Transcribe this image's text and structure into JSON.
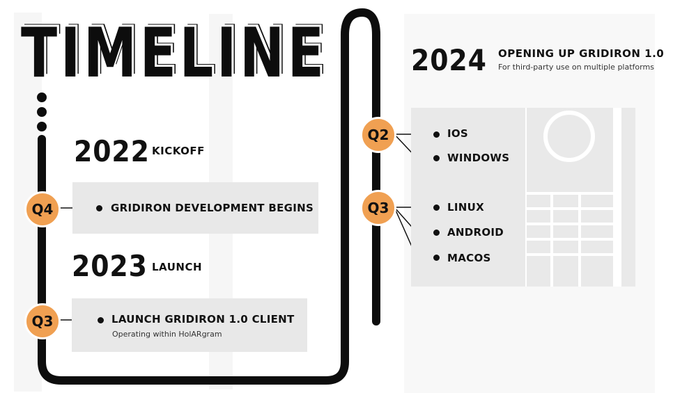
{
  "title": "TIMELINE",
  "sections": {
    "y2022": {
      "year": "2022",
      "label": "KICKOFF",
      "quarter": "Q4",
      "item": "GRIDIRON DEVELOPMENT BEGINS"
    },
    "y2023": {
      "year": "2023",
      "label": "LAUNCH",
      "quarter": "Q3",
      "item": "LAUNCH GRIDIRON 1.0 CLIENT",
      "subtext": "Operating within HolARgram"
    },
    "y2024": {
      "year": "2024",
      "label": "OPENING UP GRIDIRON 1.0",
      "subtext": "For third-party use on multiple platforms",
      "groups": [
        {
          "quarter": "Q2",
          "items": [
            "IOS",
            "WINDOWS"
          ]
        },
        {
          "quarter": "Q3",
          "items": [
            "LINUX",
            "ANDROID",
            "MACOS"
          ]
        }
      ]
    }
  },
  "colors": {
    "accent": "#f0a052",
    "line": "#0d0d0d",
    "card": "#e8e8e8",
    "background": "#ffffff"
  }
}
